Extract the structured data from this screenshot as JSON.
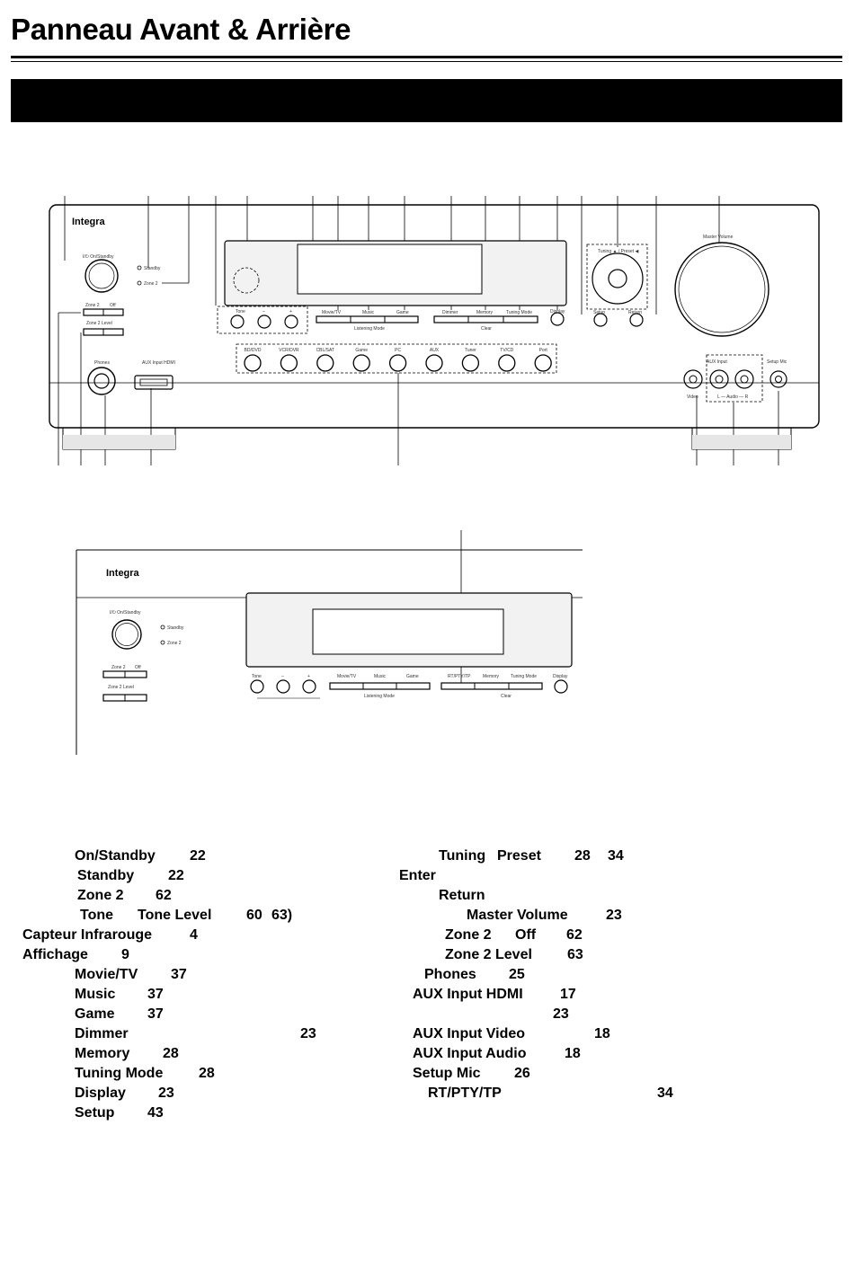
{
  "page": {
    "title": "Panneau Avant & Arrière"
  },
  "panel": {
    "brand": "Integra",
    "power_label": "I/⏻ On/Standby",
    "standby_label": "Standby",
    "zone2_indicator_label": "Zone 2",
    "zone2_label": "Zone 2",
    "off_label": "Off",
    "zone2_level_label": "Zone 2\nLevel",
    "tone_buttons": [
      "Tone",
      "–",
      "+"
    ],
    "listening_buttons": [
      "Movie/TV",
      "Music",
      "Game"
    ],
    "listening_caption": "Listening Mode",
    "top_buttons_right": [
      "Dimmer",
      "Memory",
      "Tuning Mode"
    ],
    "clear_caption": "Clear",
    "display_label": "Display",
    "tuning_label": "Tuning ▲ / Preset ◀",
    "setup_label": "Setup",
    "return_label": "Return",
    "volume_label": "Master Volume",
    "phones_label": "Phones",
    "aux_hdmi_label": "AUX Input\nHDMI",
    "input_buttons": [
      "BD/DVD",
      "VCR/DVR",
      "CBL/SAT",
      "Game",
      "PC",
      "AUX",
      "Tuner",
      "TV/CD",
      "Port"
    ],
    "aux_input_label": "AUX Input",
    "video_label": "Video",
    "audio_label": "L — Audio — R",
    "setup_mic_label": "Setup Mic",
    "alt_top_buttons": [
      "RT/PTY/TP",
      "Memory",
      "Tuning Mode"
    ]
  },
  "legend_left": [
    {
      "name": "On/Standby",
      "page": "22"
    },
    {
      "name": "Standby",
      "page": "22"
    },
    {
      "name": "Zone 2",
      "page": "62"
    },
    {
      "name": "Tone",
      "name2": "Tone Level",
      "page": "60",
      "page2": "63)"
    },
    {
      "name": "Capteur Infrarouge",
      "page": "4"
    },
    {
      "name": "Affichage",
      "page": "9"
    },
    {
      "name": "Movie/TV",
      "page": "37"
    },
    {
      "name": "Music",
      "page": "37"
    },
    {
      "name": "Game",
      "page": "37"
    },
    {
      "name": "Dimmer",
      "page": "23"
    },
    {
      "name": "Memory",
      "page": "28"
    },
    {
      "name": "Tuning Mode",
      "page": "28"
    },
    {
      "name": "Display",
      "page": "23"
    },
    {
      "name": "Setup",
      "page": "43"
    }
  ],
  "legend_right": [
    {
      "name": "Tuning",
      "name2": "Preset",
      "page": "28",
      "page2": "34"
    },
    {
      "name": "Enter"
    },
    {
      "name": "Return"
    },
    {
      "name": "Master Volume",
      "page": "23"
    },
    {
      "name": "Zone 2",
      "name2": "Off",
      "page": "62"
    },
    {
      "name": "Zone 2 Level",
      "page": "63"
    },
    {
      "name": "Phones",
      "page": "25"
    },
    {
      "name": "AUX Input HDMI",
      "page": "17"
    },
    {
      "page": "23"
    },
    {
      "name": "AUX Input Video",
      "page": "18"
    },
    {
      "name": "AUX Input Audio",
      "page": "18"
    },
    {
      "name": "Setup Mic",
      "page": "26"
    },
    {
      "name": "RT/PTY/TP",
      "page": "34"
    }
  ]
}
